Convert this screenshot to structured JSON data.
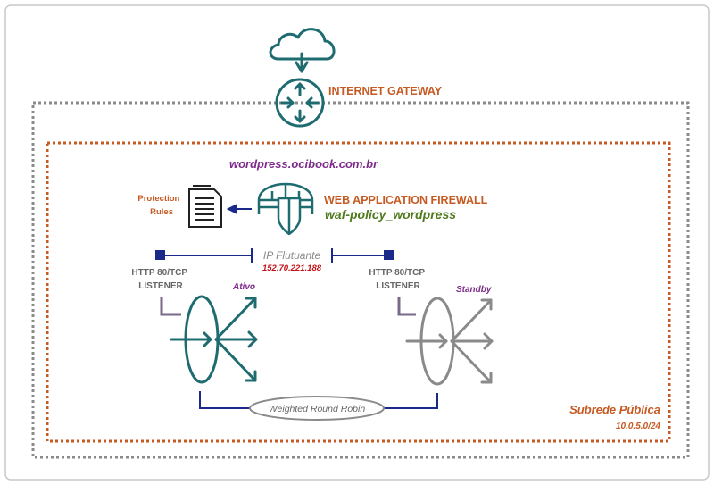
{
  "diagram": {
    "gateway_label": "INTERNET GATEWAY",
    "domain": "wordpress.ocibook.com.br",
    "protection_rules_line1": "Protection",
    "protection_rules_line2": "Rules",
    "waf_title": "WEB APPLICATION FIREWALL",
    "waf_policy": "waf-policy_wordpress",
    "floating_ip_label": "IP Flutuante",
    "floating_ip_address": "152.70.221.188",
    "listener_left_line1": "HTTP 80/TCP",
    "listener_left_line2": "LISTENER",
    "listener_right_line1": "HTTP 80/TCP",
    "listener_right_line2": "LISTENER",
    "lb_active_label": "Ativo",
    "lb_standby_label": "Standby",
    "policy_label": "Weighted Round Robin",
    "subnet_label": "Subrede Pública",
    "subnet_cidr": "10.0.5.0/24"
  },
  "colors": {
    "teal": "#1e6b70",
    "orange": "#c55a22",
    "purple": "#7d2a8a",
    "green": "#4f7a1e",
    "red": "#c0141c",
    "navy": "#1b2a8a",
    "gray": "#8a8a8a",
    "dark_gray": "#666666"
  }
}
